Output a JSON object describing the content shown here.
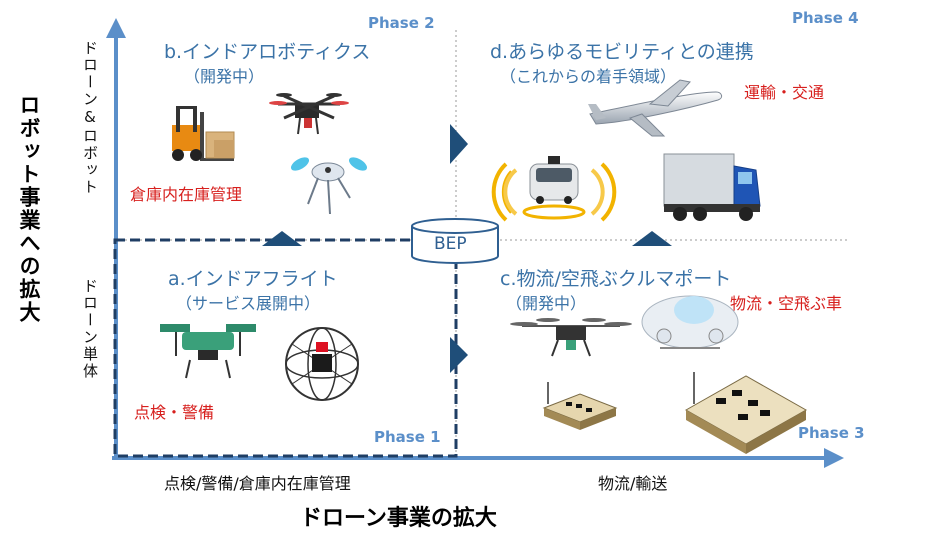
{
  "axes": {
    "x_title": "ドローン事業の拡大",
    "y_title": "ロボット事業への拡大",
    "x_left_label": "点検/警備/倉庫内在庫管理",
    "x_right_label": "物流/輸送",
    "y_upper_label": "ドローン&ロボット",
    "y_lower_label": "ドローン単体"
  },
  "phases": {
    "phase1": "Phase 1",
    "phase2": "Phase 2",
    "phase3": "Phase 3",
    "phase4": "Phase 4"
  },
  "bep_label": "BEP",
  "quadrants": {
    "a": {
      "title": "a.インドアフライト",
      "status": "（サービス展開中）",
      "use_case": "点検・警備"
    },
    "b": {
      "title": "b.インドアロボティクス",
      "status": "（開発中）",
      "use_case": "倉庫内在庫管理"
    },
    "c": {
      "title": "c.物流/空飛ぶクルマポート",
      "status": "（開発中）",
      "use_case": "物流・空飛ぶ車"
    },
    "d": {
      "title": "d.あらゆるモビリティとの連携",
      "status": "（これからの着手領域）",
      "use_case": "運輸・交通"
    }
  },
  "colors": {
    "axis": "#5b8fc9",
    "dashed_box": "#1f3e64",
    "arrow": "#1f4e79",
    "title_text": "#3b73a7",
    "use_case_text": "#d7201e"
  },
  "icons": [
    "forklift-icon",
    "hexacopter-drone-icon",
    "walking-drone-robot-icon",
    "inspection-drone-icon",
    "caged-drone-icon",
    "delivery-drone-icon",
    "flying-car-icon",
    "marker-pad-icon",
    "autonomous-car-icon",
    "airplane-icon",
    "truck-icon"
  ]
}
